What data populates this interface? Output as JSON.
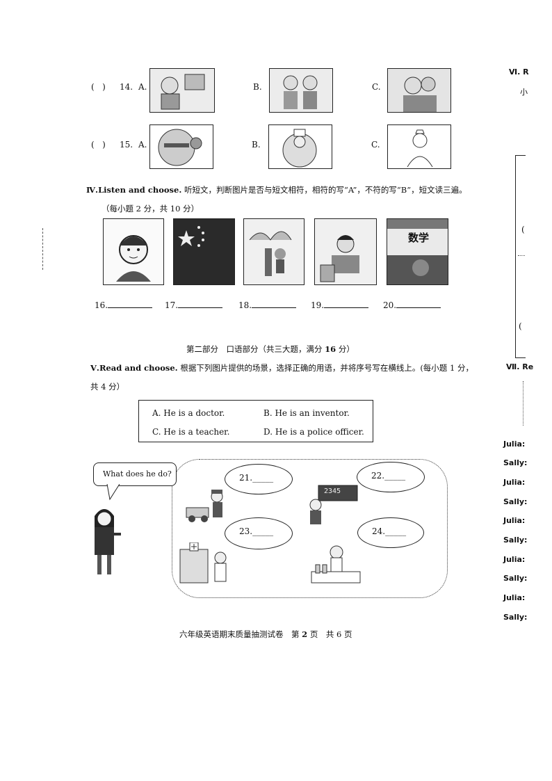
{
  "q14": {
    "paren": "(",
    "paren_close": ")",
    "number": "14.",
    "a": "A.",
    "b": "B.",
    "c": "C."
  },
  "q15": {
    "paren": "(",
    "paren_close": ")",
    "number": "15.",
    "a": "A.",
    "b": "B.",
    "c": "C."
  },
  "section4": {
    "numeral": "Ⅳ.",
    "title": "Listen and choose.",
    "instruction": "听短文，判断图片是否与短文相符，相符的写“A”，不符的写“B”，短文读三遍。",
    "scoring": "（每小题 2 分，共 10 分）",
    "book_title": "数学",
    "answers": [
      "16.",
      "17.",
      "18.",
      "19.",
      "20."
    ]
  },
  "part2": {
    "heading_a": "第二部分　口语部分（共三大题，满分 ",
    "heading_score": "16",
    "heading_b": " 分）"
  },
  "section5": {
    "numeral": "Ⅴ.",
    "title": "Read and choose.",
    "instruction": "根据下列图片提供的场景，选择正确的用语，并将序号写在横线上。(每小题 1 分，",
    "instruction2": "共 4 分）",
    "options": {
      "a": "A. He is a doctor.",
      "b": "B. He is an inventor.",
      "c": "C. He is a teacher.",
      "d": "D. He is a police officer."
    },
    "question_bubble": "What does he do?",
    "blanks": [
      "21._____",
      "22._____",
      "23._____",
      "24._____"
    ],
    "board_text": "2345"
  },
  "right_edge": {
    "sec6": "Ⅵ. R",
    "sec7": "Ⅶ. Re",
    "char": "小",
    "paren1": "(",
    "paren2": "(",
    "dialog": [
      "Julia:",
      "Sally:",
      "Julia:",
      "Sally:",
      "Julia:",
      "Sally:",
      "Julia:",
      "Sally:",
      "Julia:",
      "Sally:"
    ]
  },
  "footer": {
    "left": "六年级英语期末质量抽测试卷　第 ",
    "page": "2",
    "mid": " 页　共 ",
    "total": "6",
    "right": " 页"
  }
}
